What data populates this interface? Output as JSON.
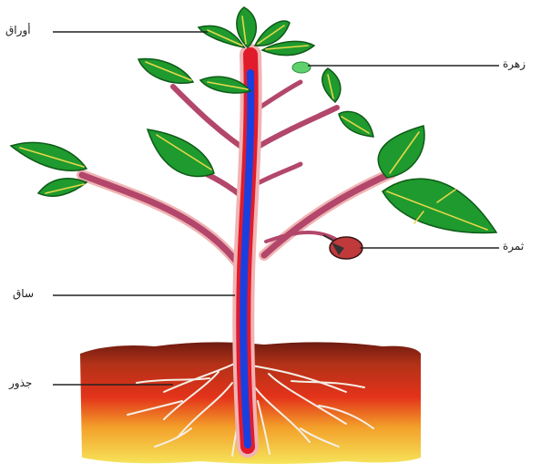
{
  "labels": {
    "leaves": "أوراق",
    "flower": "زهرة",
    "fruit": "ثمرة",
    "stem": "ساق",
    "roots": "جذور"
  },
  "colors": {
    "leaf": "#1f9a2e",
    "leaf_edge": "#0d5a17",
    "leaf_vein": "#e6d84a",
    "stem_core": "#1a3fe0",
    "stem_inner": "#e01c2c",
    "stem_outer": "#f0b4b4",
    "branch": "#b3476b",
    "soil_top": "#7a1f12",
    "soil_mid": "#e02a12",
    "soil_low": "#f5d23a",
    "root": "#f4efe6",
    "flower": "#5ed06c",
    "fruit": "#c0393b"
  }
}
